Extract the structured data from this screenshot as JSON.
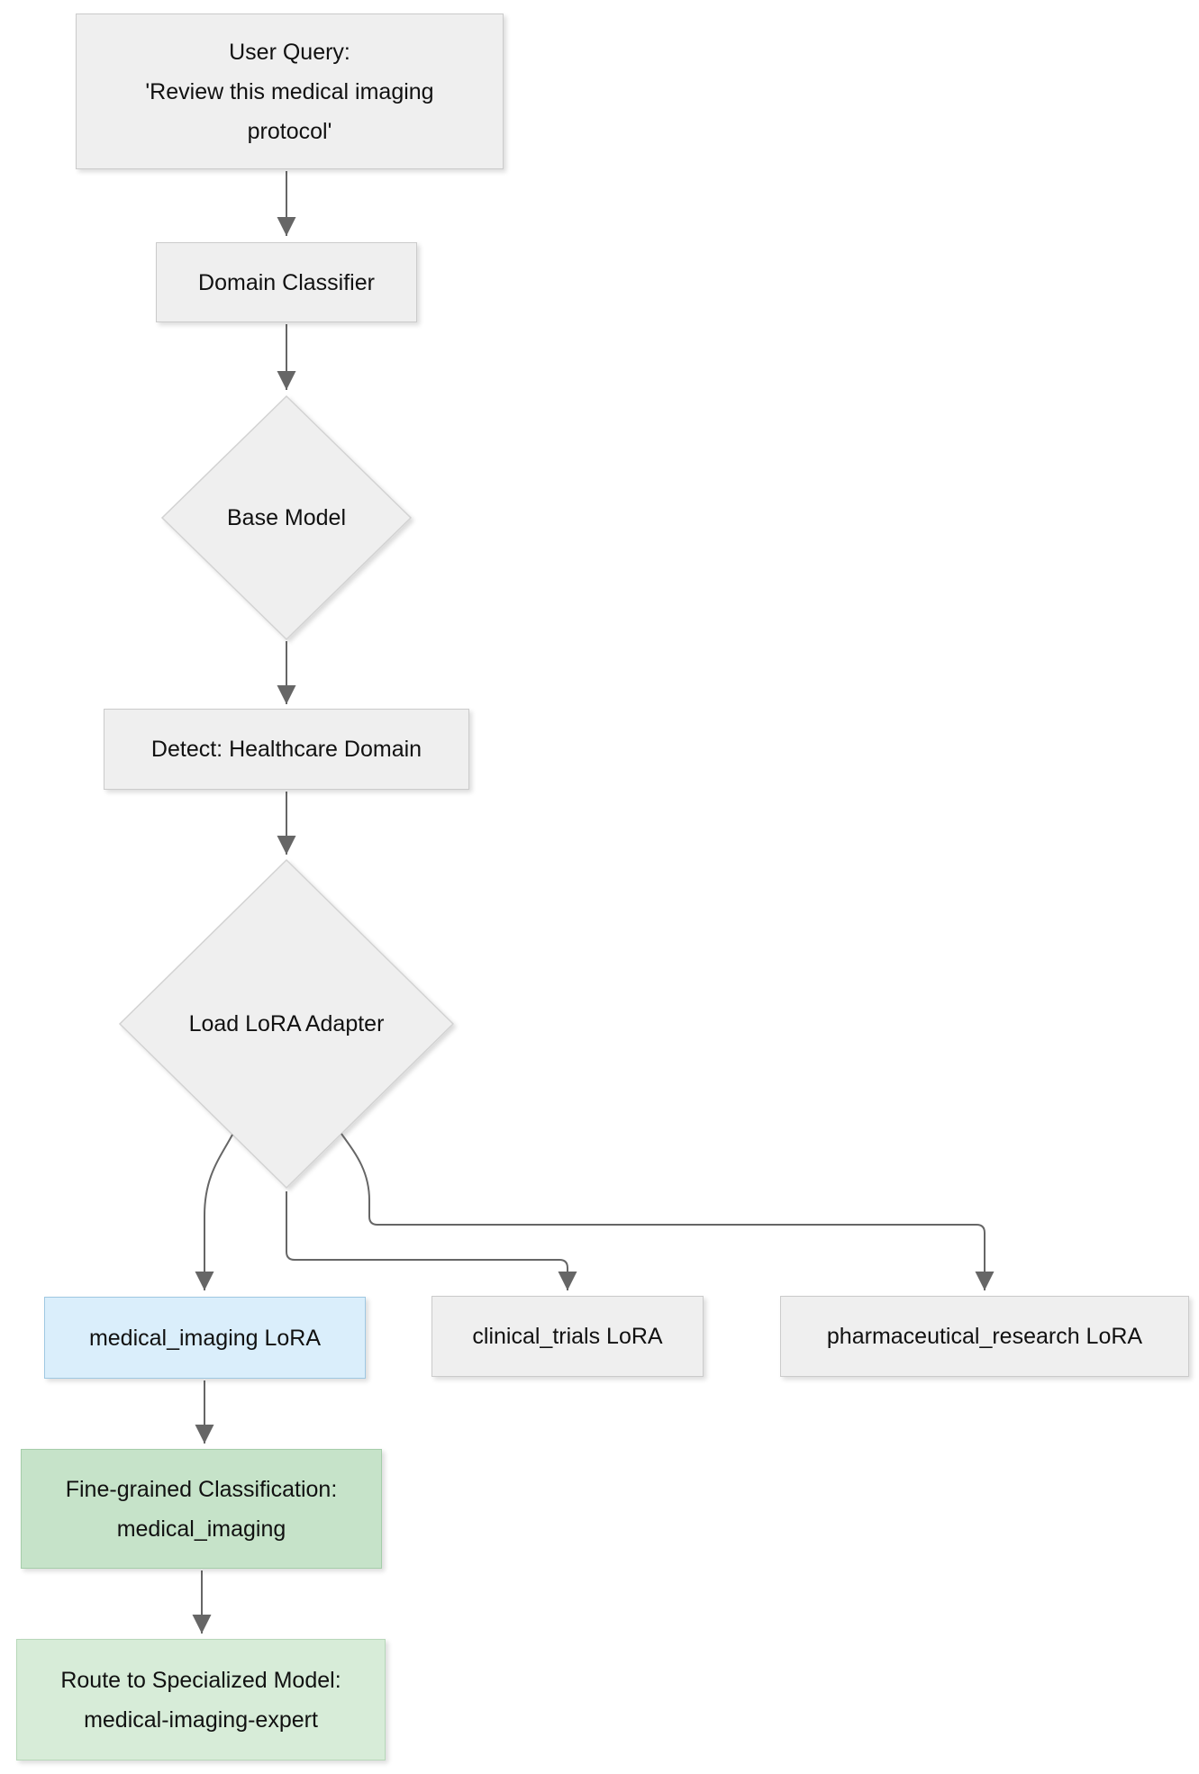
{
  "diagram": {
    "type": "flowchart",
    "direction": "top-down",
    "background_color": "#ffffff",
    "edge_color": "#666666",
    "node_fill_gray": "#efefef",
    "node_fill_blue": "#daeefb",
    "node_fill_green_dark": "#c6e3c9",
    "node_fill_green_light": "#d7ecd8",
    "nodes": [
      {
        "id": "user_query",
        "shape": "rect",
        "label": "User Query:\n'Review this medical imaging\nprotocol'"
      },
      {
        "id": "domain_classifier",
        "shape": "rect",
        "label": "Domain Classifier"
      },
      {
        "id": "base_model",
        "shape": "diamond",
        "label": "Base Model"
      },
      {
        "id": "detect_healthcare",
        "shape": "rect",
        "label": "Detect: Healthcare Domain"
      },
      {
        "id": "load_lora_adapter",
        "shape": "diamond",
        "label": "Load LoRA Adapter"
      },
      {
        "id": "medical_imaging_lora",
        "shape": "rect",
        "label": "medical_imaging LoRA"
      },
      {
        "id": "clinical_trials_lora",
        "shape": "rect",
        "label": "clinical_trials LoRA"
      },
      {
        "id": "pharmaceutical_research_lora",
        "shape": "rect",
        "label": "pharmaceutical_research LoRA"
      },
      {
        "id": "fine_grained_classification",
        "shape": "rect",
        "label": "Fine-grained Classification:\nmedical_imaging"
      },
      {
        "id": "route_specialized_model",
        "shape": "rect",
        "label": "Route to Specialized Model:\nmedical-imaging-expert"
      }
    ],
    "edges": [
      {
        "from": "user_query",
        "to": "domain_classifier"
      },
      {
        "from": "domain_classifier",
        "to": "base_model"
      },
      {
        "from": "base_model",
        "to": "detect_healthcare"
      },
      {
        "from": "detect_healthcare",
        "to": "load_lora_adapter"
      },
      {
        "from": "load_lora_adapter",
        "to": "medical_imaging_lora"
      },
      {
        "from": "load_lora_adapter",
        "to": "clinical_trials_lora"
      },
      {
        "from": "load_lora_adapter",
        "to": "pharmaceutical_research_lora"
      },
      {
        "from": "medical_imaging_lora",
        "to": "fine_grained_classification"
      },
      {
        "from": "fine_grained_classification",
        "to": "route_specialized_model"
      }
    ]
  }
}
